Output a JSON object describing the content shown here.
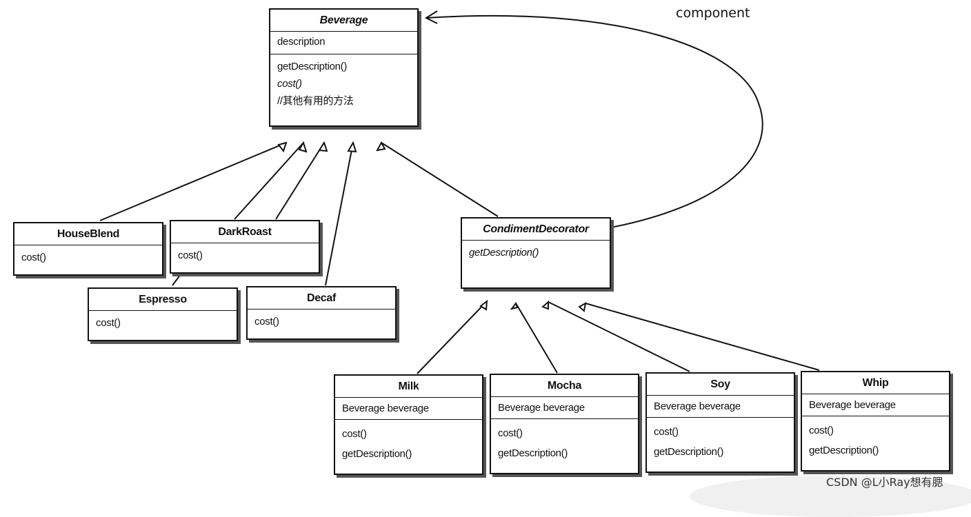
{
  "component_label": "component",
  "watermark": "CSDN @L小Ray想有腮",
  "classes": {
    "beverage": {
      "name": "Beverage",
      "attributes": [
        "description"
      ],
      "methods": [
        "getDescription()",
        "cost()",
        "//其他有用的方法"
      ]
    },
    "houseblend": {
      "name": "HouseBlend",
      "methods": [
        "cost()"
      ]
    },
    "darkroast": {
      "name": "DarkRoast",
      "methods": [
        "cost()"
      ]
    },
    "espresso": {
      "name": "Espresso",
      "methods": [
        "cost()"
      ]
    },
    "decaf": {
      "name": "Decaf",
      "methods": [
        "cost()"
      ]
    },
    "condiment": {
      "name": "CondimentDecorator",
      "methods": [
        "getDescription()"
      ]
    },
    "milk": {
      "name": "Milk",
      "attributes": [
        "Beverage beverage"
      ],
      "methods": [
        "cost()",
        "getDescription()"
      ]
    },
    "mocha": {
      "name": "Mocha",
      "attributes": [
        "Beverage beverage"
      ],
      "methods": [
        "cost()",
        "getDescription()"
      ]
    },
    "soy": {
      "name": "Soy",
      "attributes": [
        "Beverage beverage"
      ],
      "methods": [
        "cost()",
        "getDescription()"
      ]
    },
    "whip": {
      "name": "Whip",
      "attributes": [
        "Beverage beverage"
      ],
      "methods": [
        "cost()",
        "getDescription()"
      ]
    }
  }
}
